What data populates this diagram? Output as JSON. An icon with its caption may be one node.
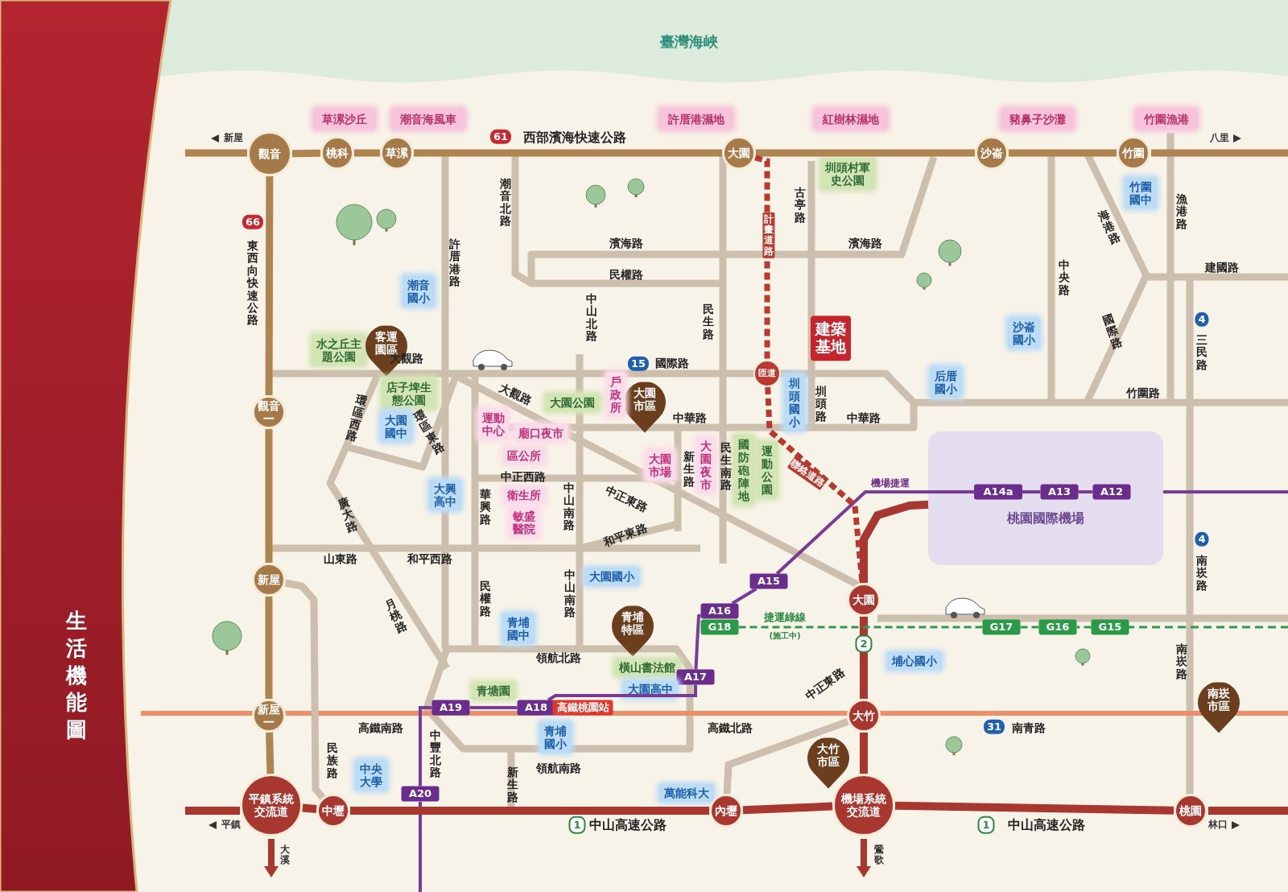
{
  "diagram": {
    "title": "生活機能圖",
    "nodes": [
      {
        "text": [
          "觀音"
        ],
        "beside": [
          "新屋"
        ]
      },
      {
        "text": [
          "桃科"
        ]
      },
      {
        "text": [
          "草漯"
        ]
      },
      {
        "text": [
          "大園"
        ]
      },
      {
        "text": [
          "沙崙"
        ]
      },
      {
        "text": [
          "竹圍"
        ]
      },
      {
        "text": [
          "草漯沙丘"
        ]
      },
      {
        "text": [
          "潮音海風車"
        ]
      },
      {
        "text": [
          "許厝港濕地"
        ]
      },
      {
        "text": [
          "紅樹林濕地"
        ]
      },
      {
        "text": [
          "豬鼻子沙灘"
        ]
      },
      {
        "text": [
          "竹圍漁港"
        ]
      },
      {
        "text": [
          "圳頭村軍史公園"
        ]
      },
      {
        "text": [
          "竹圍國中"
        ]
      },
      {
        "text": [
          "潮音國小"
        ]
      },
      {
        "text": [
          "建築基地"
        ]
      },
      {
        "text": [
          "沙崙國小"
        ]
      },
      {
        "text": [
          "水之丘主題公園"
        ]
      },
      {
        "text": [
          "客運園區"
        ]
      },
      {
        "text": [
          "匝道"
        ]
      },
      {
        "text": [
          "后厝國小"
        ]
      },
      {
        "text": [
          "大園市區"
        ]
      },
      {
        "text": [
          "戶政所"
        ]
      },
      {
        "text": [
          "圳頭國小"
        ]
      },
      {
        "text": [
          "觀音一"
        ]
      },
      {
        "text": [
          "店子埤生態公園"
        ]
      },
      {
        "text": [
          "大園公園"
        ]
      },
      {
        "text": [
          "運動中心"
        ]
      },
      {
        "text": [
          "廟口夜市"
        ]
      },
      {
        "text": [
          "大園國中"
        ]
      },
      {
        "text": [
          "區公所"
        ]
      },
      {
        "text": [
          "大園市場"
        ]
      },
      {
        "text": [
          "大園夜市"
        ]
      },
      {
        "text": [
          "國防砲陣地"
        ]
      },
      {
        "text": [
          "運動公園"
        ]
      },
      {
        "text": [
          "桃園國際機場"
        ]
      },
      {
        "text": [
          "A14a"
        ],
        "in": 35
      },
      {
        "text": [
          "A13"
        ],
        "in": 35
      },
      {
        "text": [
          "A12"
        ],
        "in": 35
      },
      {
        "text": [
          "大興高中"
        ]
      },
      {
        "text": [
          "衛生所"
        ]
      },
      {
        "text": [
          "敏盛醫院"
        ]
      },
      {
        "text": [
          "新屋"
        ]
      },
      {
        "text": [
          "大園國小"
        ]
      },
      {
        "text": [
          "A15"
        ]
      },
      {
        "text": [
          "大園"
        ]
      },
      {
        "text": [
          "A16"
        ]
      },
      {
        "text": [
          "G18"
        ]
      },
      {
        "text": [
          "G17"
        ]
      },
      {
        "text": [
          "G16"
        ]
      },
      {
        "text": [
          "G15"
        ]
      },
      {
        "text": [
          "青埔國中"
        ]
      },
      {
        "text": [
          "青埔特區"
        ]
      },
      {
        "text": [
          "橫山書法館"
        ]
      },
      {
        "text": [
          "埔心國小"
        ]
      },
      {
        "text": [
          "A17"
        ]
      },
      {
        "text": [
          "青塘園"
        ]
      },
      {
        "text": [
          "大園高中"
        ]
      },
      {
        "text": [
          "A19"
        ]
      },
      {
        "text": [
          "A18"
        ]
      },
      {
        "text": [
          "高鐵桃園站"
        ]
      },
      {
        "text": [
          "新屋一"
        ]
      },
      {
        "text": [
          "大竹"
        ]
      },
      {
        "text": [
          "南崁市區"
        ]
      },
      {
        "text": [
          "青埔國小"
        ]
      },
      {
        "text": [
          "大竹市區"
        ]
      },
      {
        "text": [
          "中央大學"
        ]
      },
      {
        "text": [
          "萬能科大"
        ]
      },
      {
        "text": [
          "A20"
        ]
      },
      {
        "text": [
          "平鎮系統交流道"
        ],
        "beside": [
          "平鎮",
          "大溪"
        ]
      },
      {
        "text": [
          "中壢"
        ]
      },
      {
        "text": [
          "內壢"
        ]
      },
      {
        "text": [
          "機場系統交流道"
        ],
        "beside": [
          "鶯歌"
        ]
      },
      {
        "text": [
          "桃園"
        ],
        "beside": [
          "林口"
        ]
      }
    ],
    "edges": [
      {
        "from": 0,
        "to": 1,
        "arrow": "none"
      },
      {
        "from": 1,
        "to": 2,
        "arrow": "none"
      },
      {
        "from": 2,
        "to": 3,
        "arrow": "none"
      },
      {
        "from": 3,
        "to": 4,
        "arrow": "none"
      },
      {
        "from": 4,
        "to": 5,
        "arrow": "none"
      },
      {
        "from": 0,
        "to": 24,
        "arrow": "none"
      },
      {
        "from": 24,
        "to": 42,
        "arrow": "none"
      },
      {
        "from": 42,
        "to": 61,
        "arrow": "none"
      },
      {
        "from": 61,
        "to": 69,
        "arrow": "none"
      },
      {
        "from": 69,
        "to": 70,
        "arrow": "none",
        "color": "#a8372f"
      },
      {
        "from": 70,
        "to": 71,
        "arrow": "none",
        "color": "#a8372f"
      },
      {
        "from": 71,
        "to": 72,
        "arrow": "none",
        "color": "#a8372f"
      },
      {
        "from": 72,
        "to": 73,
        "arrow": "none",
        "color": "#a8372f"
      },
      {
        "from": 45,
        "to": 62,
        "arrow": "none",
        "color": "#a8372f"
      },
      {
        "from": 62,
        "to": 72,
        "arrow": "none",
        "color": "#a8372f"
      },
      {
        "from": 38,
        "to": 37,
        "arrow": "none",
        "color": "#7a3b97"
      },
      {
        "from": 37,
        "to": 36,
        "arrow": "none",
        "color": "#7a3b97"
      },
      {
        "from": 36,
        "to": 44,
        "arrow": "none",
        "color": "#7a3b97"
      },
      {
        "from": 44,
        "to": 46,
        "arrow": "none",
        "color": "#7a3b97"
      },
      {
        "from": 46,
        "to": 55,
        "arrow": "none",
        "color": "#7a3b97"
      },
      {
        "from": 55,
        "to": 59,
        "arrow": "none",
        "color": "#7a3b97"
      },
      {
        "from": 59,
        "to": 58,
        "arrow": "none",
        "color": "#7a3b97"
      },
      {
        "from": 58,
        "to": 68,
        "arrow": "none",
        "color": "#7a3b97"
      },
      {
        "from": 50,
        "to": 49,
        "arrow": "none",
        "style": "dashed",
        "color": "#2f9a4a"
      },
      {
        "from": 49,
        "to": 48,
        "arrow": "none",
        "style": "dashed",
        "color": "#2f9a4a"
      },
      {
        "from": 48,
        "to": 47,
        "arrow": "none",
        "style": "dashed",
        "color": "#2f9a4a"
      },
      {
        "from": 3,
        "to": 19,
        "arrow": "none",
        "style": "dashed",
        "color": "#b83a2e"
      },
      {
        "from": 19,
        "to": 45,
        "arrow": "none",
        "style": "dashed",
        "color": "#b83a2e"
      },
      {
        "from": 45,
        "to": 35,
        "arrow": "none",
        "color": "#a8372f"
      },
      {
        "from": 71,
        "to": 62,
        "arrow": "none",
        "color": "#cdbfae"
      },
      {
        "from": 42,
        "to": 70,
        "arrow": "none",
        "color": "#cdbfae"
      }
    ],
    "labels": [
      "臺灣海峽",
      "西部濱海快速公路",
      "61",
      "66",
      "東西向快速公路",
      "潮音北路",
      "許厝港路",
      "濱海路",
      "濱海路",
      "民權路",
      "中山北路",
      "民生路",
      "古亭路",
      "計畫道路",
      "漁港路",
      "海港路",
      "中央路",
      "建國路",
      "15",
      "國際路",
      "三民路",
      "4",
      "竹圍路",
      "圳頭路",
      "中華路",
      "中華路",
      "大觀路",
      "大觀路",
      "環區西路",
      "環區東路",
      "國際路",
      "聯絡道路",
      "機場捷運",
      "中正西路",
      "華興路",
      "中山南路",
      "中正東路",
      "新生路",
      "民生南路",
      "和平東路",
      "廣大路",
      "山東路",
      "和平西路",
      "中山南路",
      "民權路",
      "捷運綠線",
      "(施工中)",
      "月桃路",
      "領航北路",
      "中正東路",
      "高鐵南路",
      "高鐵北路",
      "中豐北路",
      "民族路",
      "新生路",
      "領航南路",
      "中山高速公路",
      "1",
      "中山高速公路",
      "1",
      "4",
      "南崁路",
      "南崁路",
      "2",
      "31",
      "南青路",
      "八里"
    ]
  }
}
